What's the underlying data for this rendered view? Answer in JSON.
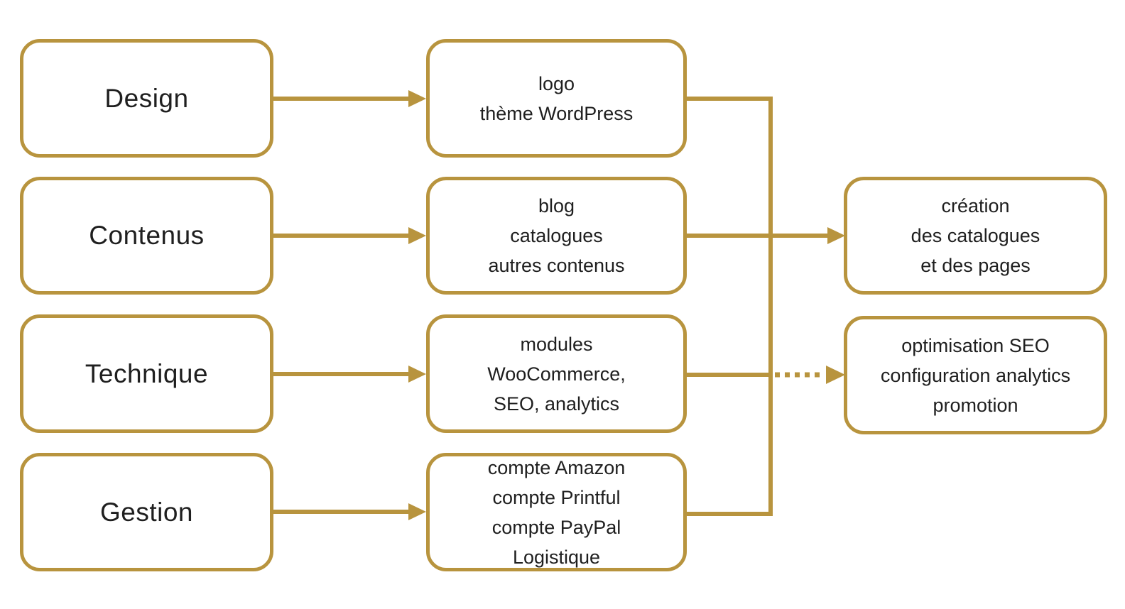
{
  "colors": {
    "gold": "#B8943E",
    "text": "#1F1F1F",
    "background": "#FFFFFF"
  },
  "diagram": {
    "left_column": [
      {
        "label": "Design"
      },
      {
        "label": "Contenus"
      },
      {
        "label": "Technique"
      },
      {
        "label": "Gestion"
      }
    ],
    "middle_column": [
      {
        "lines": [
          "logo",
          "thème WordPress"
        ]
      },
      {
        "lines": [
          "blog",
          "catalogues",
          "autres contenus"
        ]
      },
      {
        "lines": [
          "modules",
          "WooCommerce,",
          "SEO, analytics"
        ]
      },
      {
        "lines": [
          "compte Amazon",
          "compte Printful",
          "compte PayPal",
          "Logistique"
        ]
      }
    ],
    "right_column": [
      {
        "lines": [
          "création",
          "des catalogues",
          "et des pages"
        ]
      },
      {
        "lines": [
          "optimisation SEO",
          "configuration analytics",
          "promotion"
        ]
      }
    ],
    "connections": [
      {
        "from": "Design",
        "to": "logo / thème WordPress",
        "style": "solid-arrow"
      },
      {
        "from": "Contenus",
        "to": "blog / catalogues / autres contenus",
        "style": "solid-arrow"
      },
      {
        "from": "Technique",
        "to": "modules WooCommerce, SEO, analytics",
        "style": "solid-arrow"
      },
      {
        "from": "Gestion",
        "to": "compte Amazon / compte Printful / compte PayPal / Logistique",
        "style": "solid-arrow"
      },
      {
        "from": "logo / thème WordPress + blog / catalogues / autres contenus + comptes",
        "to": "création des catalogues et des pages",
        "style": "solid-arrow"
      },
      {
        "from": "modules WooCommerce, SEO, analytics",
        "to": "optimisation SEO / configuration analytics / promotion",
        "style": "dotted-arrow"
      }
    ]
  }
}
